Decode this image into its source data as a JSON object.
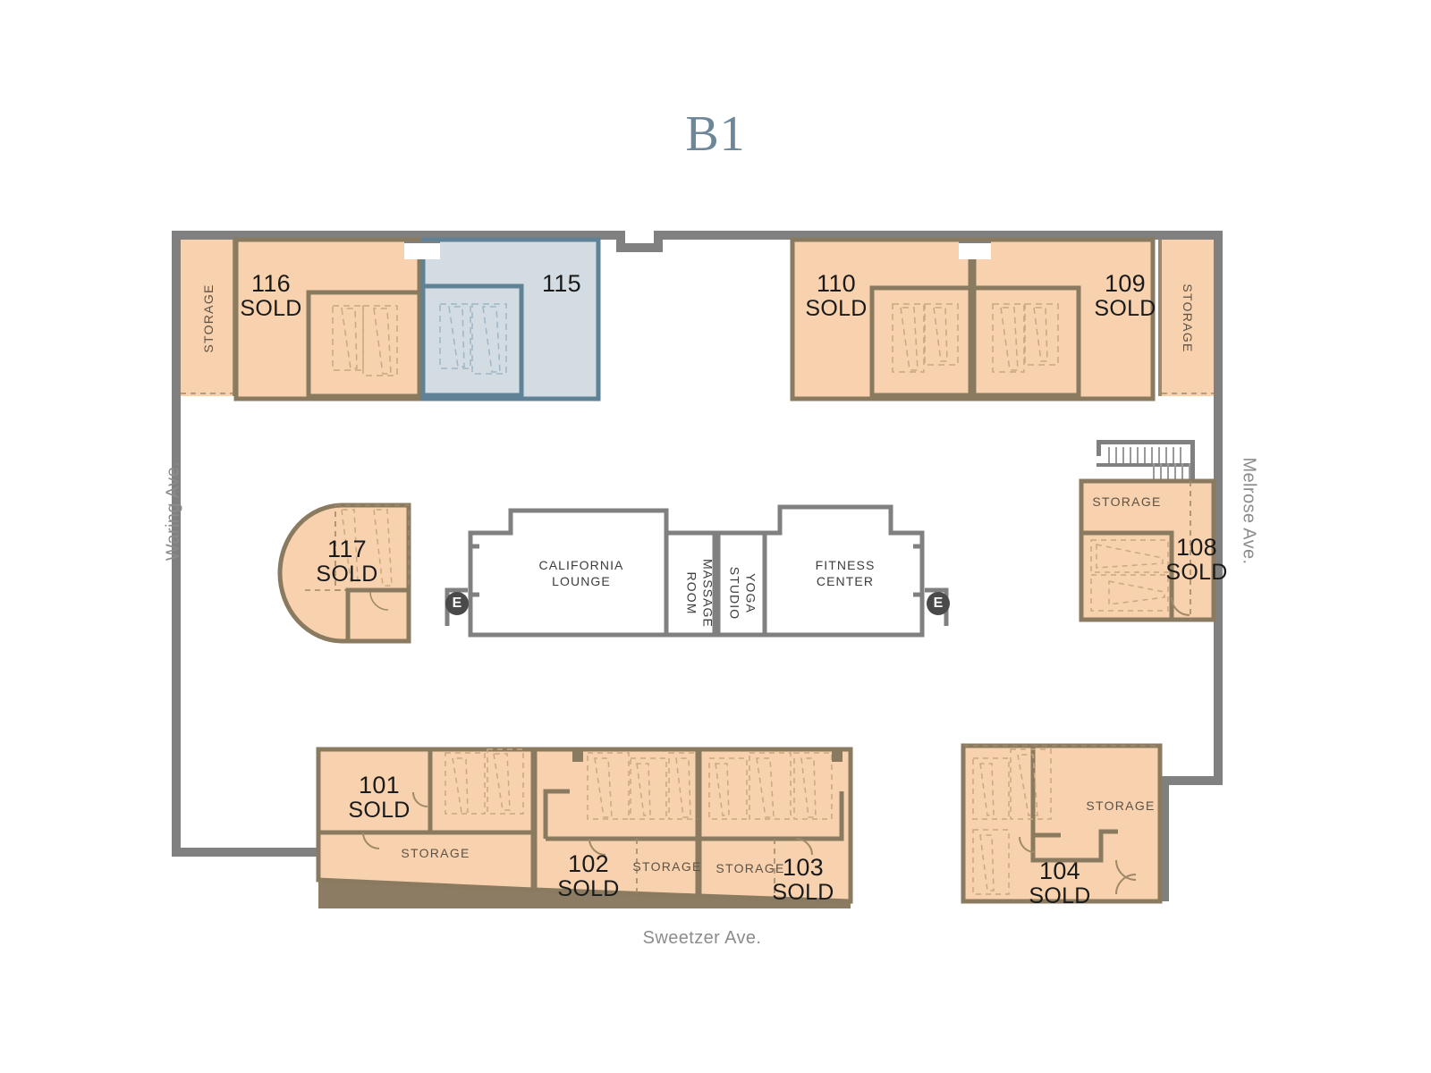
{
  "page": {
    "title": "B1",
    "title_color": "#6b8799",
    "background": "#ffffff"
  },
  "legend_colors": {
    "sold_fill": "#f8d2ae",
    "available_fill": "#d3dce3",
    "sold_stroke": "#a08968",
    "available_stroke": "#5f8296",
    "outer_wall": "#808080",
    "storage_text": "#5d5246",
    "street_text": "#8c8c8c"
  },
  "streets": [
    {
      "name": "waring",
      "label": "Waring Ave."
    },
    {
      "name": "melrose",
      "label": "Melrose Ave."
    },
    {
      "name": "sweetzer",
      "label": "Sweetzer Ave."
    }
  ],
  "units": [
    {
      "id": "116",
      "number": "116",
      "status": "SOLD",
      "available": false
    },
    {
      "id": "115",
      "number": "115",
      "status": "",
      "available": true
    },
    {
      "id": "110",
      "number": "110",
      "status": "SOLD",
      "available": false
    },
    {
      "id": "109",
      "number": "109",
      "status": "SOLD",
      "available": false
    },
    {
      "id": "117",
      "number": "117",
      "status": "SOLD",
      "available": false
    },
    {
      "id": "108",
      "number": "108",
      "status": "SOLD",
      "available": false
    },
    {
      "id": "101",
      "number": "101",
      "status": "SOLD",
      "available": false
    },
    {
      "id": "102",
      "number": "102",
      "status": "SOLD",
      "available": false
    },
    {
      "id": "103",
      "number": "103",
      "status": "SOLD",
      "available": false
    },
    {
      "id": "104",
      "number": "104",
      "status": "SOLD",
      "available": false
    }
  ],
  "storage_labels": [
    {
      "id": "storage-nw",
      "label": "STORAGE"
    },
    {
      "id": "storage-ne",
      "label": "STORAGE"
    },
    {
      "id": "storage-east",
      "label": "STORAGE"
    },
    {
      "id": "storage-101",
      "label": "STORAGE"
    },
    {
      "id": "storage-102",
      "label": "STORAGE"
    },
    {
      "id": "storage-103",
      "label": "STORAGE"
    },
    {
      "id": "storage-104",
      "label": "STORAGE"
    }
  ],
  "amenities": [
    {
      "id": "california-lounge",
      "line1": "CALIFORNIA",
      "line2": "LOUNGE"
    },
    {
      "id": "massage-room",
      "line1": "MASSAGE",
      "line2": "ROOM"
    },
    {
      "id": "yoga-studio",
      "line1": "YOGA",
      "line2": "STUDIO"
    },
    {
      "id": "fitness-center",
      "line1": "FITNESS",
      "line2": "CENTER"
    }
  ],
  "elevators": [
    {
      "id": "elevator-west",
      "label": "E"
    },
    {
      "id": "elevator-east",
      "label": "E"
    }
  ]
}
